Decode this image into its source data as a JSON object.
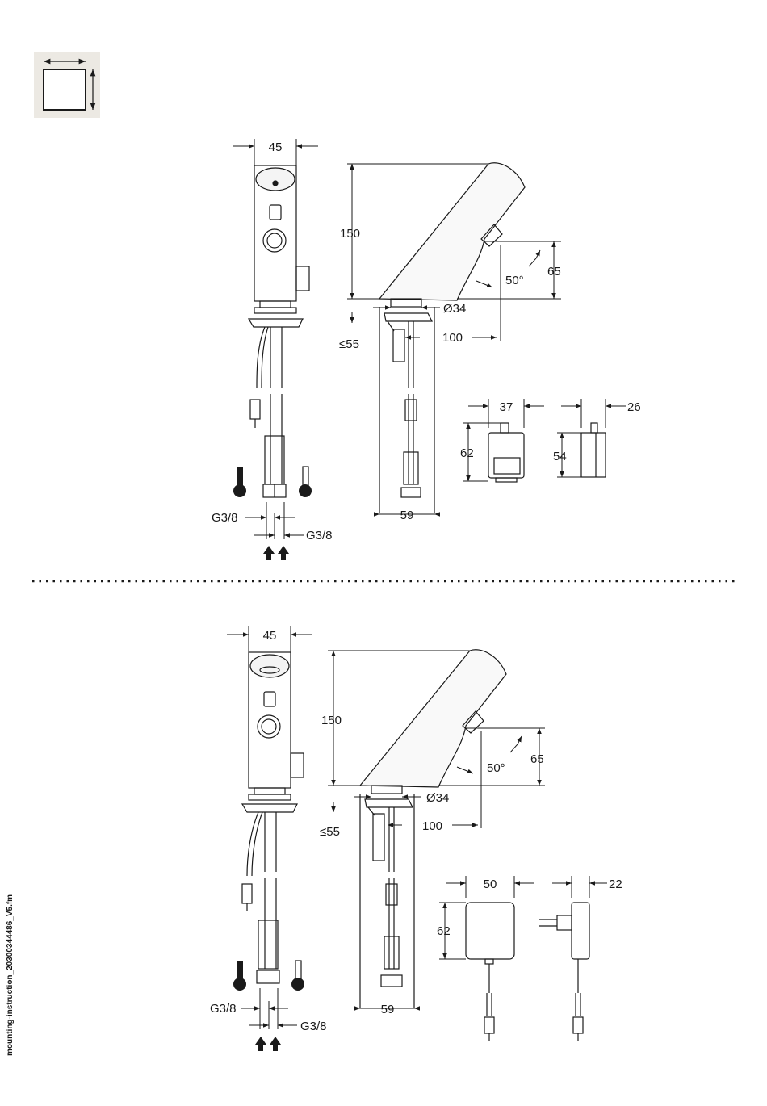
{
  "icon": {
    "name": "dimensions-icon"
  },
  "colors": {
    "line": "#1a1a1a",
    "icon_bg": "#ece9e3",
    "fill_light": "#f4f4f4"
  },
  "top": {
    "width": "45",
    "height": "150",
    "sensor_height": "65",
    "angle": "50°",
    "diameter": "Ø34",
    "below_deck": "≤55",
    "reach": "100",
    "base_depth": "59",
    "conn_left": "G3/8",
    "conn_right": "G3/8",
    "battery_w": "37",
    "battery_h": "62",
    "battery_side_w": "26",
    "battery_side_h": "54"
  },
  "bottom": {
    "width": "45",
    "height": "150",
    "sensor_height": "65",
    "angle": "50°",
    "diameter": "Ø34",
    "below_deck": "≤55",
    "reach": "100",
    "base_depth": "59",
    "conn_left": "G3/8",
    "conn_right": "G3/8",
    "adapter_w": "50",
    "adapter_h": "62",
    "adapter_side_w": "22"
  },
  "footer": {
    "filename": "mounting-instruction_20300344486_V5.fm"
  }
}
